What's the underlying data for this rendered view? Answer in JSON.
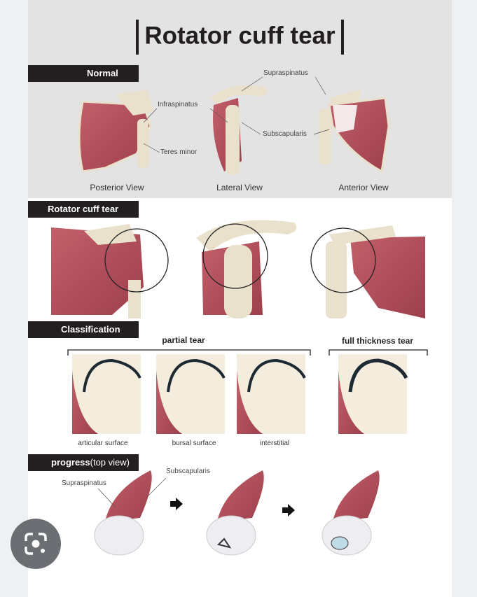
{
  "title": "Rotator cuff tear",
  "sections": {
    "normal": {
      "label": "Normal",
      "annotations": {
        "supraspinatus": "Supraspinatus",
        "infraspinatus": "Infraspinatus",
        "subscapularis": "Subscapularis",
        "teres_minor": "Teres minor"
      },
      "views": [
        "Posterior View",
        "Lateral View",
        "Anterior View"
      ]
    },
    "tear": {
      "label": "Rotator cuff tear"
    },
    "classification": {
      "label": "Classification",
      "partial_group": "partial tear",
      "full_group": "full thickness tear",
      "types": [
        "articular surface",
        "bursal surface",
        "interstitial"
      ]
    },
    "progress": {
      "label": "progress",
      "label_suffix": "(top view)",
      "annotations": {
        "supraspinatus": "Supraspinatus",
        "subscapularis": "Subscapularis"
      }
    }
  },
  "colors": {
    "muscle": "#b3505c",
    "bone": "#e9e1cc",
    "band": "#231f20",
    "top_background": "#e4e3e3"
  },
  "lens_button": {
    "icon": "google-lens-icon"
  }
}
